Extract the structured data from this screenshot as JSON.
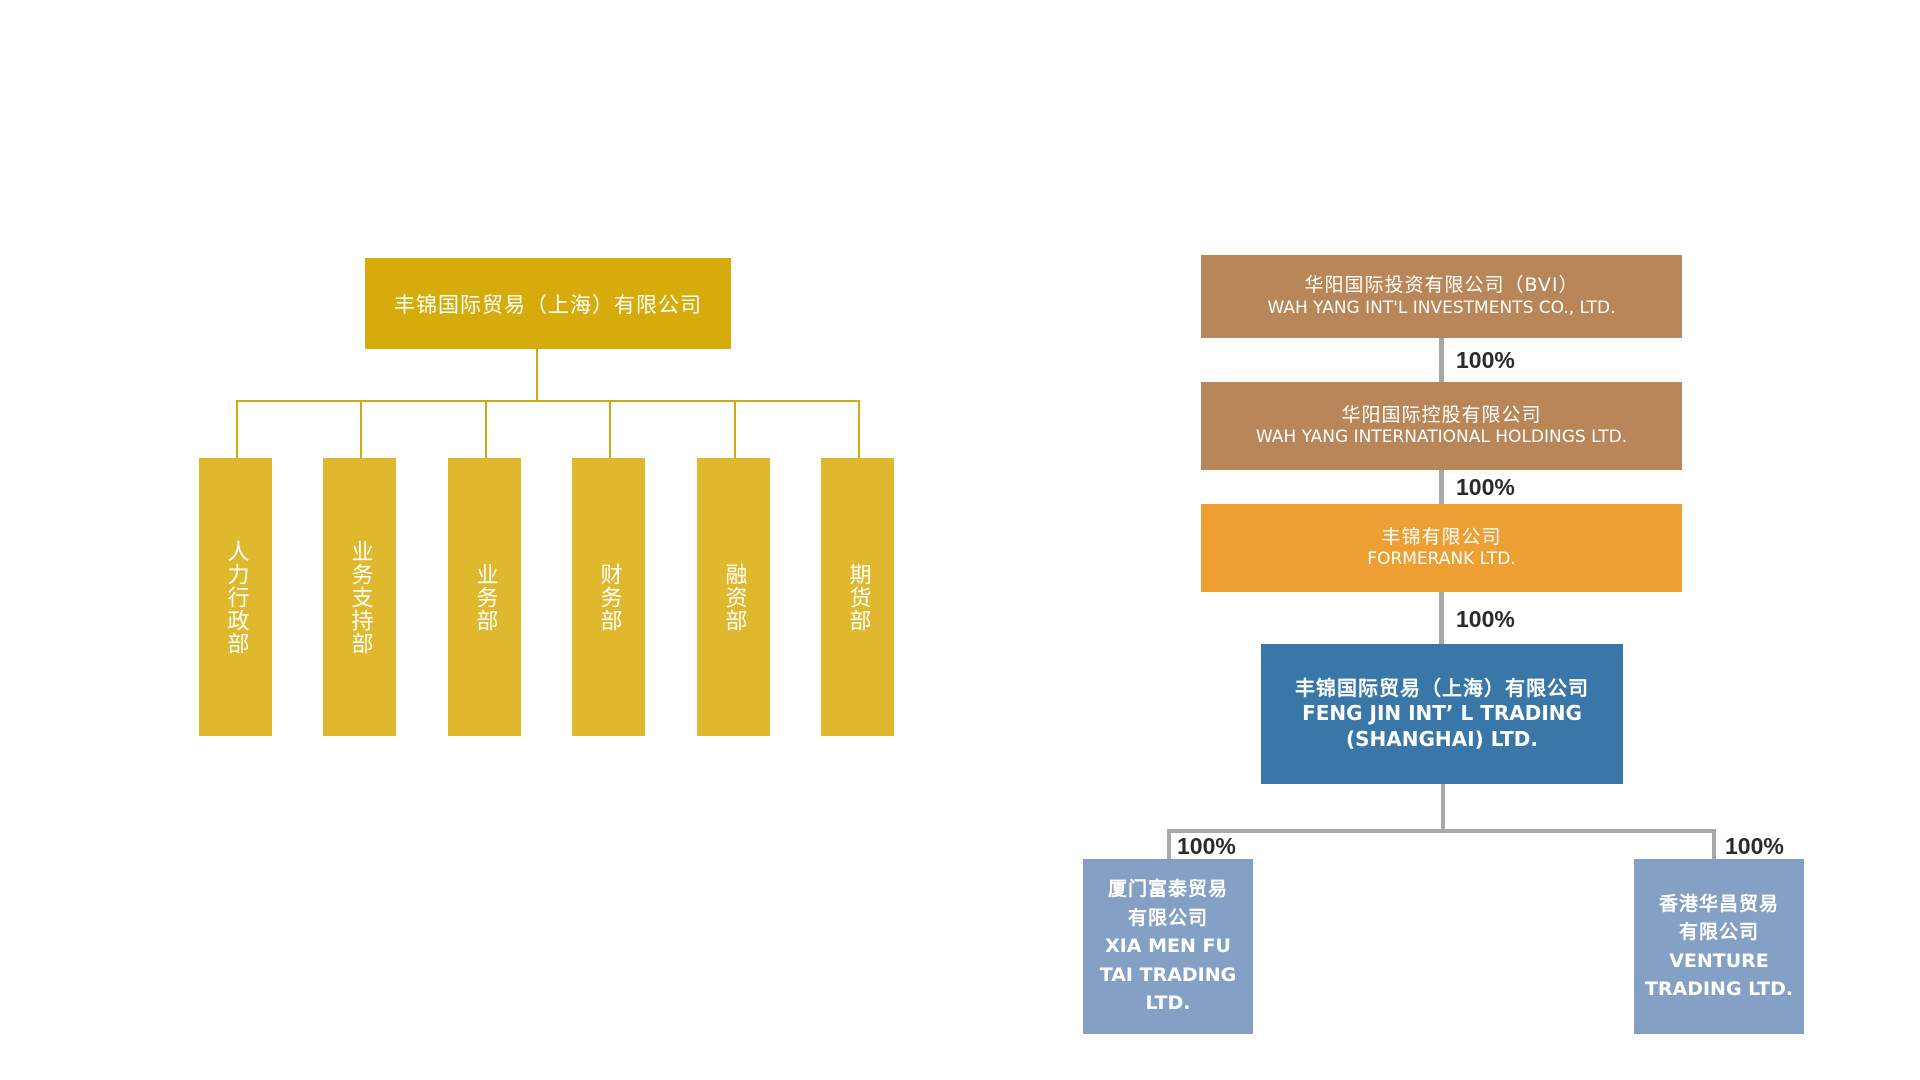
{
  "org_chart": {
    "root": "丰锦国际贸易（上海）有限公司",
    "departments": [
      "人力行政部",
      "业务支持部",
      "业务部",
      "财务部",
      "融资部",
      "期货部"
    ]
  },
  "ownership_chart": {
    "bvi": {
      "cn": "华阳国际投资有限公司（BVI）",
      "en": "WAH YANG INT'L INVESTMENTS  CO., LTD."
    },
    "holdings": {
      "cn": "华阳国际控股有限公司",
      "en": "WAH YANG INTERNATIONAL HOLDINGS LTD."
    },
    "formerank": {
      "cn": "丰锦有限公司",
      "en": "FORMERANK LTD."
    },
    "fengjin": {
      "cn": "丰锦国际贸易（上海）有限公司",
      "en1": "FENG JIN INT’ L TRADING",
      "en2": "(SHANGHAI) LTD."
    },
    "xiamen": {
      "cn1": "厦门富泰贸易",
      "cn2": "有限公司",
      "en1": "XIA MEN FU",
      "en2": "TAI TRADING",
      "en3": "LTD."
    },
    "hongkong": {
      "cn1": "香港华昌贸易",
      "cn2": "有限公司",
      "en1": "VENTURE",
      "en2": "TRADING LTD."
    },
    "percentages": [
      "100%",
      "100%",
      "100%",
      "100%",
      "100%"
    ]
  },
  "colors": {
    "org_root": "#d6ab0c",
    "org_dept": "#dfb82d",
    "org_line": "#d2a90f",
    "bvi": "#b88658",
    "holdings": "#b88658",
    "formerank": "#ee9f33",
    "fengjin": "#3977a8",
    "subsidiary": "#84a0c5",
    "own_line": "#a8a8a8"
  }
}
